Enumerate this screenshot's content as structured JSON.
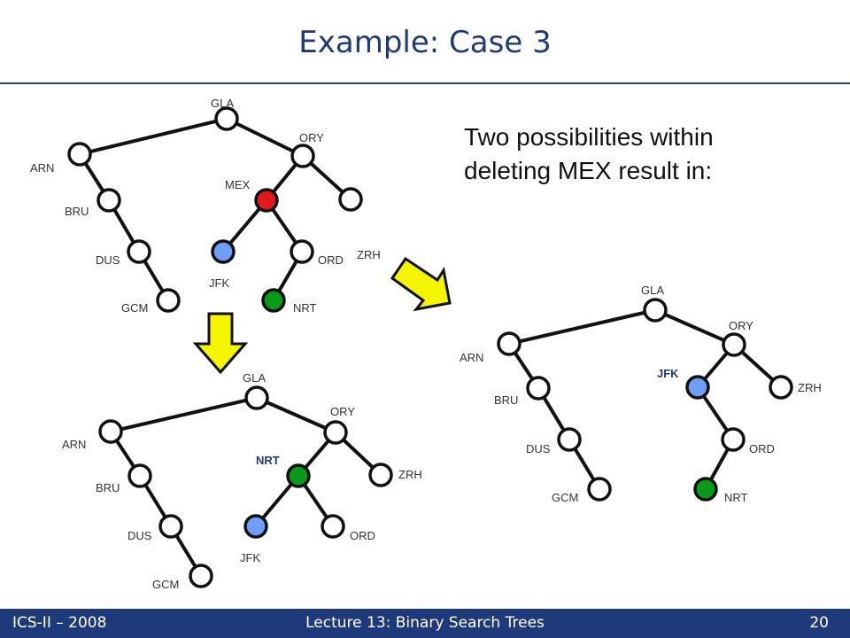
{
  "slide": {
    "title": "Example: Case 3",
    "note_lines": [
      "Two possibilities within",
      "deleting MEX result in:"
    ]
  },
  "colors": {
    "title": "#1f3a7a",
    "footer_bg": "#1f3a7a",
    "node_default": "#ffffff",
    "node_deleted": "#e11b1b",
    "node_blue": "#6f9ef8",
    "node_green": "#0a9a1a",
    "arrow_fill": "#f5f500"
  },
  "trees": [
    {
      "name": "tree-original",
      "nodes": [
        {
          "id": "GLA",
          "label": "GLA",
          "state": "default"
        },
        {
          "id": "ARN",
          "label": "ARN",
          "state": "default"
        },
        {
          "id": "ORY",
          "label": "ORY",
          "state": "default"
        },
        {
          "id": "BRU",
          "label": "BRU",
          "state": "default"
        },
        {
          "id": "MEX",
          "label": "MEX",
          "state": "deleted"
        },
        {
          "id": "ZRH",
          "label": "ZRH",
          "state": "default"
        },
        {
          "id": "DUS",
          "label": "DUS",
          "state": "default"
        },
        {
          "id": "JFK",
          "label": "JFK",
          "state": "blue"
        },
        {
          "id": "ORD",
          "label": "ORD",
          "state": "default"
        },
        {
          "id": "GCM",
          "label": "GCM",
          "state": "default"
        },
        {
          "id": "NRT",
          "label": "NRT",
          "state": "green"
        }
      ],
      "edges": [
        [
          "GLA",
          "ARN"
        ],
        [
          "GLA",
          "ORY"
        ],
        [
          "ARN",
          "BRU"
        ],
        [
          "BRU",
          "DUS"
        ],
        [
          "DUS",
          "GCM"
        ],
        [
          "ORY",
          "MEX"
        ],
        [
          "ORY",
          "ZRH"
        ],
        [
          "MEX",
          "JFK"
        ],
        [
          "MEX",
          "ORD"
        ],
        [
          "ORD",
          "NRT"
        ]
      ]
    },
    {
      "name": "tree-nrt-replacement",
      "nodes": [
        {
          "id": "GLA",
          "label": "GLA",
          "state": "default"
        },
        {
          "id": "ARN",
          "label": "ARN",
          "state": "default"
        },
        {
          "id": "ORY",
          "label": "ORY",
          "state": "default"
        },
        {
          "id": "BRU",
          "label": "BRU",
          "state": "default"
        },
        {
          "id": "NRT",
          "label": "NRT",
          "state": "green",
          "accent": true
        },
        {
          "id": "ZRH",
          "label": "ZRH",
          "state": "default"
        },
        {
          "id": "DUS",
          "label": "DUS",
          "state": "default"
        },
        {
          "id": "JFK",
          "label": "JFK",
          "state": "blue"
        },
        {
          "id": "ORD",
          "label": "ORD",
          "state": "default"
        },
        {
          "id": "GCM",
          "label": "GCM",
          "state": "default"
        }
      ],
      "edges": [
        [
          "GLA",
          "ARN"
        ],
        [
          "GLA",
          "ORY"
        ],
        [
          "ARN",
          "BRU"
        ],
        [
          "BRU",
          "DUS"
        ],
        [
          "DUS",
          "GCM"
        ],
        [
          "ORY",
          "NRT"
        ],
        [
          "ORY",
          "ZRH"
        ],
        [
          "NRT",
          "JFK"
        ],
        [
          "NRT",
          "ORD"
        ]
      ]
    },
    {
      "name": "tree-jfk-replacement",
      "nodes": [
        {
          "id": "GLA",
          "label": "GLA",
          "state": "default"
        },
        {
          "id": "ARN",
          "label": "ARN",
          "state": "default"
        },
        {
          "id": "ORY",
          "label": "ORY",
          "state": "default"
        },
        {
          "id": "BRU",
          "label": "BRU",
          "state": "default"
        },
        {
          "id": "JFK",
          "label": "JFK",
          "state": "blue",
          "accent": true
        },
        {
          "id": "ZRH",
          "label": "ZRH",
          "state": "default"
        },
        {
          "id": "DUS",
          "label": "DUS",
          "state": "default"
        },
        {
          "id": "ORD",
          "label": "ORD",
          "state": "default"
        },
        {
          "id": "GCM",
          "label": "GCM",
          "state": "default"
        },
        {
          "id": "NRT",
          "label": "NRT",
          "state": "green"
        }
      ],
      "edges": [
        [
          "GLA",
          "ARN"
        ],
        [
          "GLA",
          "ORY"
        ],
        [
          "ARN",
          "BRU"
        ],
        [
          "BRU",
          "DUS"
        ],
        [
          "DUS",
          "GCM"
        ],
        [
          "ORY",
          "JFK"
        ],
        [
          "ORY",
          "ZRH"
        ],
        [
          "JFK",
          "ORD"
        ],
        [
          "ORD",
          "NRT"
        ]
      ]
    }
  ],
  "footer": {
    "left": "ICS-II – 2008",
    "center": "Lecture 13: Binary Search Trees",
    "right": "20"
  }
}
